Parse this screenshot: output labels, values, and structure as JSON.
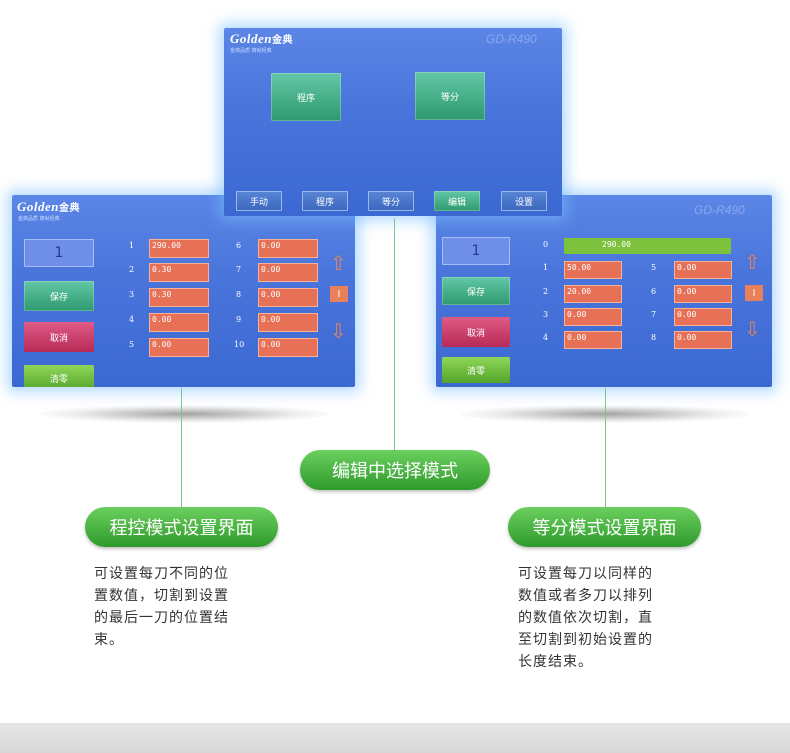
{
  "brand": {
    "logo_latin": "Golden",
    "logo_cn": "金典",
    "tagline": "金典品质  铸就经典",
    "model": "GD-R490"
  },
  "top_screen": {
    "big_buttons": [
      "程序",
      "等分"
    ],
    "tabs": [
      "手动",
      "程序",
      "等分",
      "编辑",
      "设置"
    ],
    "active_tab": 3
  },
  "left_screen": {
    "index_value": "1",
    "buttons": {
      "save": "保存",
      "cancel": "取消",
      "clear": "清零"
    },
    "rows_left": [
      {
        "n": "1",
        "v": "290.00"
      },
      {
        "n": "2",
        "v": "0.30"
      },
      {
        "n": "3",
        "v": "0.30"
      },
      {
        "n": "4",
        "v": "0.00"
      },
      {
        "n": "5",
        "v": "0.00"
      }
    ],
    "rows_right": [
      {
        "n": "6",
        "v": "0.00"
      },
      {
        "n": "7",
        "v": "0.00"
      },
      {
        "n": "8",
        "v": "0.00"
      },
      {
        "n": "9",
        "v": "0.00"
      },
      {
        "n": "10",
        "v": "0.00"
      }
    ],
    "cursor_label": "I"
  },
  "right_screen": {
    "index_value": "1",
    "buttons": {
      "save": "保存",
      "cancel": "取消",
      "clear": "清零"
    },
    "row0": {
      "n": "0",
      "v": "290.00"
    },
    "rows_left": [
      {
        "n": "1",
        "v": "50.00"
      },
      {
        "n": "2",
        "v": "20.00"
      },
      {
        "n": "3",
        "v": "0.00"
      },
      {
        "n": "4",
        "v": "0.00"
      }
    ],
    "rows_right": [
      {
        "n": "5",
        "v": "0.00"
      },
      {
        "n": "6",
        "v": "0.00"
      },
      {
        "n": "7",
        "v": "0.00"
      },
      {
        "n": "8",
        "v": "0.00"
      }
    ],
    "cursor_label": "I"
  },
  "captions": {
    "center": "编辑中选择模式",
    "left_title": "程控模式设置界面",
    "left_desc": [
      "可设置每刀不同的位",
      "置数值，切割到设置",
      "的最后一刀的位置结",
      "束。"
    ],
    "right_title": "等分模式设置界面",
    "right_desc": [
      "可设置每刀以同样的",
      "数值或者多刀以排列",
      "的数值依次切割，直",
      "至切割到初始设置的",
      "长度结束。"
    ]
  },
  "colors": {
    "panel_blue": "#4874db",
    "field_orange": "#e67156",
    "btn_green": "#2e9a6f",
    "btn_red": "#b72a57",
    "pill_green": "#2f9a2b"
  }
}
